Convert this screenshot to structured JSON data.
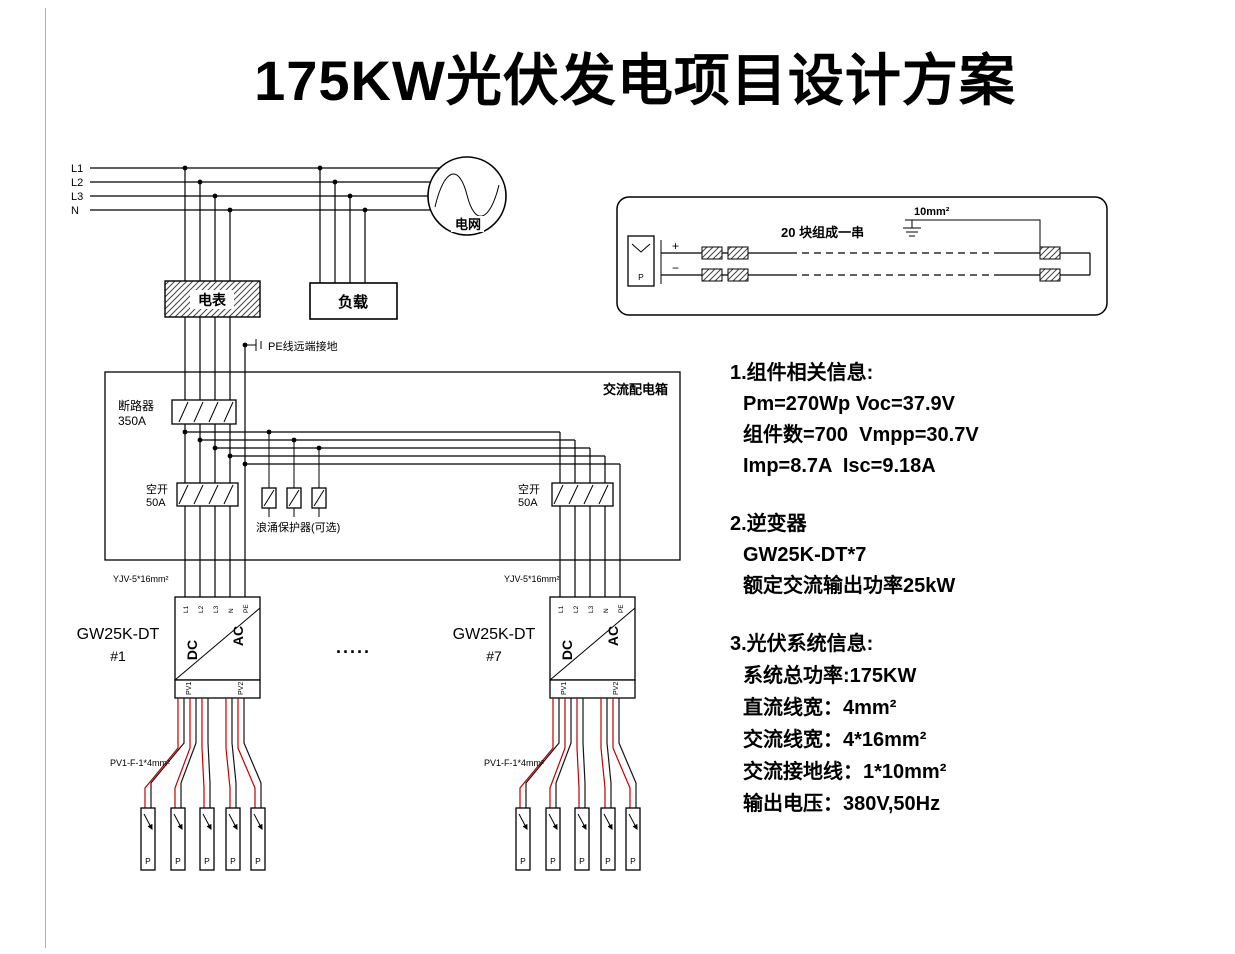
{
  "title": "175KW光伏发电项目设计方案",
  "schematic": {
    "phase_labels": [
      "L1",
      "L2",
      "L3",
      "N"
    ],
    "grid_label": "电网",
    "meter_label": "电表",
    "load_label": "负载",
    "pe_ground_label": "PE线远端接地",
    "ac_box_label": "交流配电箱",
    "breaker_label": "断路器",
    "breaker_rating": "350A",
    "switch_label": "空开",
    "switch_rating": "50A",
    "spd_label": "浪涌保护器(可选)",
    "cable_ac_label": "YJV-5*16mm²",
    "inverter1": {
      "model": "GW25K-DT",
      "number": "#1"
    },
    "inverter7": {
      "model": "GW25K-DT",
      "number": "#7"
    },
    "ellipsis": ".....",
    "dc_label": "DC",
    "ac_label": "AC",
    "terminal_labels": [
      "L1",
      "L2",
      "L3",
      "N",
      "PE"
    ],
    "pv_input_labels": [
      "PV1",
      "PV2"
    ],
    "cable_dc_label": "PV1-F-1*4mm²",
    "panel_label": "P"
  },
  "string_box": {
    "string_note": "20 块组成一串",
    "ground_wire": "10mm²",
    "plus": "+",
    "minus": "−",
    "panel_label": "P"
  },
  "info": {
    "section1": {
      "heading": "1.组件相关信息:",
      "lines": [
        "Pm=270Wp Voc=37.9V",
        "组件数=700  Vmpp=30.7V",
        "Imp=8.7A  Isc=9.18A"
      ]
    },
    "section2": {
      "heading": "2.逆变器",
      "lines": [
        "GW25K-DT*7",
        "额定交流输出功率25kW"
      ]
    },
    "section3": {
      "heading": "3.光伏系统信息:",
      "lines": [
        "系统总功率:175KW",
        "直流线宽：4mm²",
        "交流线宽：4*16mm²",
        "交流接地线：1*10mm²",
        "输出电压：380V,50Hz"
      ]
    }
  }
}
